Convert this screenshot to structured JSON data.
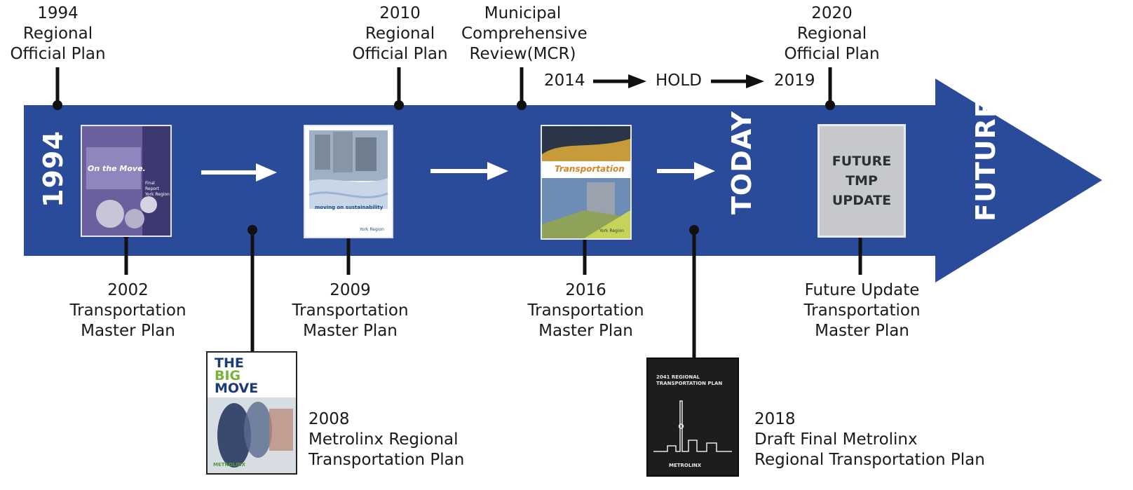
{
  "colors": {
    "arrow": "#2a4b99",
    "arrow_dark": "#223e85",
    "marker": "#111111",
    "white": "#ffffff"
  },
  "arrow_text": {
    "start_year": "1994",
    "today": "TODAY",
    "future": "FUTURE"
  },
  "top_events": [
    {
      "id": "rop-1994",
      "label": "1994\nRegional\nOfficial Plan"
    },
    {
      "id": "rop-2010",
      "label": "2010\nRegional\nOfficial Plan"
    },
    {
      "id": "mcr",
      "label": "Municipal\nComprehensive\nReview(MCR)"
    },
    {
      "id": "rop-2020",
      "label": "2020\nRegional\nOfficial Plan"
    }
  ],
  "mcr_sequence": [
    "2014",
    "HOLD",
    "2019"
  ],
  "bottom_events": [
    {
      "id": "tmp-2002",
      "label": "2002\nTransportation\nMaster Plan"
    },
    {
      "id": "rtp-2008",
      "label": "2008\nMetrolinx Regional\nTransportation Plan"
    },
    {
      "id": "tmp-2009",
      "label": "2009\nTransportation\nMaster Plan"
    },
    {
      "id": "tmp-2016",
      "label": "2016\nTransportation\nMaster Plan"
    },
    {
      "id": "rtp-2018",
      "label": "2018\nDraft Final Metrolinx\nRegional Transportation Plan"
    },
    {
      "id": "tmp-future",
      "label": "Future Update\nTransportation\nMaster Plan"
    }
  ],
  "covers": {
    "tmp_2002": {
      "headline": "On the Move.",
      "subtitle": "Final\nReport\nYork Region"
    },
    "big_move": {
      "line1": "THE",
      "line2": "BIG",
      "line3": "MOVE",
      "footer": "METROLINX"
    },
    "tmp_2009": {
      "headline": "moving on sustainability",
      "footer": "York Region"
    },
    "tmp_2016": {
      "headline": "Transportation",
      "kicker": "York Region"
    },
    "rtp_2018": {
      "title": "2041 REGIONAL\nTRANSPORTATION PLAN",
      "footer": "METROLINX"
    },
    "future_box": {
      "text": "FUTURE\nTMP\nUPDATE"
    }
  }
}
